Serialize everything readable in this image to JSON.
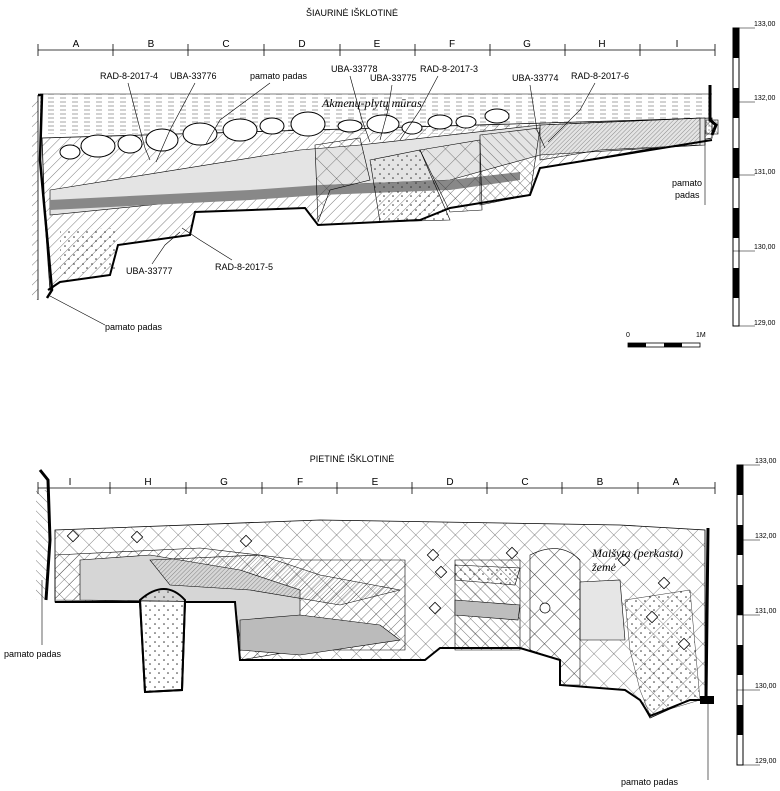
{
  "north": {
    "title": "ŠIAURINĖ IŠKLOTINĖ",
    "columns": [
      "A",
      "B",
      "C",
      "D",
      "E",
      "F",
      "G",
      "H",
      "I"
    ],
    "wall_label": "Akmenų-plytų mūras",
    "samples": [
      {
        "label": "RAD-8-2017-4"
      },
      {
        "label": "UBA-33776"
      },
      {
        "label": "pamato padas"
      },
      {
        "label": "UBA-33778"
      },
      {
        "label": "UBA-33775"
      },
      {
        "label": "RAD-8-2017-3"
      },
      {
        "label": "UBA-33774"
      },
      {
        "label": "RAD-8-2017-6"
      },
      {
        "label": "UBA-33777"
      },
      {
        "label": "RAD-8-2017-5"
      }
    ],
    "base_left": "pamato padas",
    "base_right_1": "pamato",
    "base_right_2": "padas",
    "scale_levels": [
      "133,00",
      "132,00",
      "131,00",
      "130,00",
      "129,00"
    ],
    "scalebar_start": "0",
    "scalebar_end": "1M"
  },
  "south": {
    "title": "PIETINĖ IŠKLOTINĖ",
    "columns": [
      "I",
      "H",
      "G",
      "F",
      "E",
      "D",
      "C",
      "B",
      "A"
    ],
    "fill_label_1": "Maišyta (perkasta)",
    "fill_label_2": "žemė",
    "base_left": "pamato padas",
    "base_right": "pamato padas",
    "scale_levels": [
      "133,00",
      "132,00",
      "131,00",
      "130,00",
      "129,00"
    ]
  }
}
